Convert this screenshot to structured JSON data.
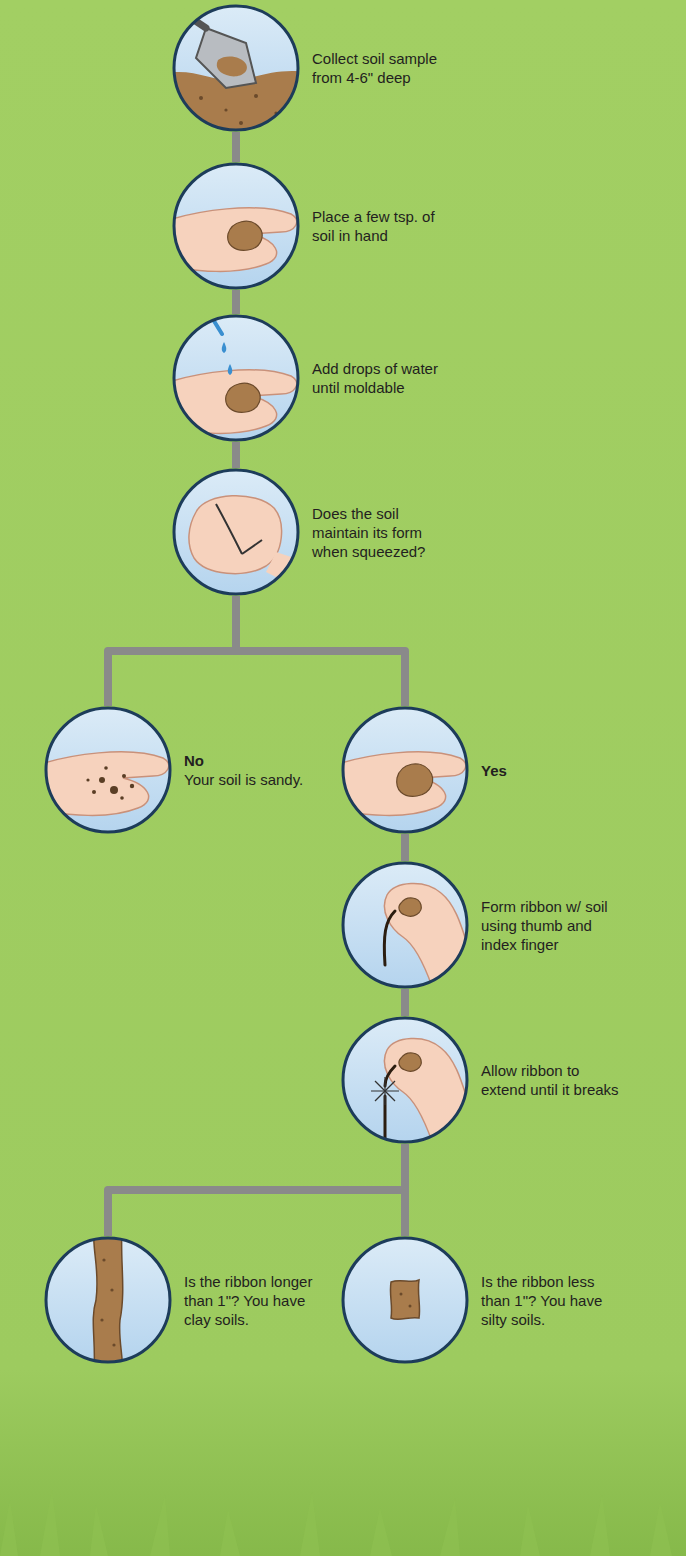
{
  "diagram": {
    "nodes": [
      {
        "text": [
          "Collect soil sample from 4-6\" deep"
        ]
      },
      {
        "text": [
          "Place a few tsp. of soil in hand"
        ]
      },
      {
        "text": [
          "Add drops of water until moldable"
        ]
      },
      {
        "text": [
          "Does the soil maintain its form when squeezed?"
        ]
      },
      {
        "text": [
          "No",
          "Your soil is sandy."
        ]
      },
      {
        "text": [
          "Yes"
        ]
      },
      {
        "text": [
          "Form ribbon w/ soil using thumb and index finger"
        ]
      },
      {
        "text": [
          "Allow ribbon to extend until it breaks"
        ]
      },
      {
        "text": [
          "Is the ribbon longer than 1\"? You have clay soils."
        ]
      },
      {
        "text": [
          "Is the ribbon less than 1\"? You have silty soils."
        ]
      }
    ],
    "edges": [
      {
        "from": 0,
        "to": 1,
        "arrow": "none"
      },
      {
        "from": 1,
        "to": 2,
        "arrow": "none"
      },
      {
        "from": 2,
        "to": 3,
        "arrow": "none"
      },
      {
        "from": 3,
        "to": 4,
        "arrow": "none"
      },
      {
        "from": 3,
        "to": 5,
        "arrow": "none"
      },
      {
        "from": 5,
        "to": 6,
        "arrow": "none"
      },
      {
        "from": 6,
        "to": 7,
        "arrow": "none"
      },
      {
        "from": 7,
        "to": 8,
        "arrow": "none"
      },
      {
        "from": 7,
        "to": 9,
        "arrow": "none"
      }
    ]
  }
}
